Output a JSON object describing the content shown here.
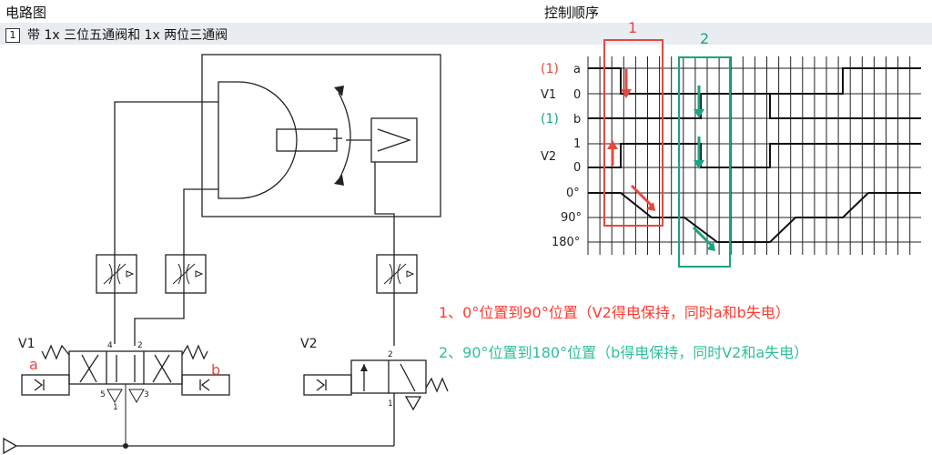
{
  "headers": {
    "circuit_title": "电路图",
    "sequence_title": "控制顺序",
    "item_number": "1",
    "item_text": "带 1x 三位五通阀和 1x 两位三通阀"
  },
  "circuit": {
    "valve1_label": "V1",
    "valve2_label": "V2",
    "sol_a": "a",
    "sol_b": "b",
    "port_4": "4",
    "port_2": "2",
    "port_5": "5",
    "port_1": "1",
    "port_3": "3",
    "v2_port_2": "2",
    "v2_port_1": "1"
  },
  "timing": {
    "sig_a": "a",
    "sig_a_prefix": "(1)",
    "v1_label": "V1",
    "v1_zero": "0",
    "sig_b": "b",
    "sig_b_prefix": "(1)",
    "v2_label": "V2",
    "v2_one": "1",
    "v2_zero": "0",
    "ang0": "0°",
    "ang90": "90°",
    "ang180": "180°",
    "step1": "1",
    "step2": "2"
  },
  "annotations": {
    "line1": "1、0°位置到90°位置（V2得电保持，同时a和b失电）",
    "line2": "2、90°位置到180°位置（b得电保持，同时V2和a失电）"
  },
  "colors": {
    "red": "#e8473e",
    "teal": "#1aa383",
    "annotation_red": "#ff3b30",
    "annotation_teal": "#2fbf9a"
  }
}
